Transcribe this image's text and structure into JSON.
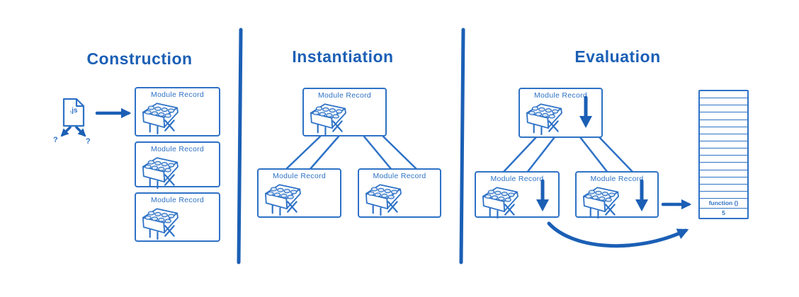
{
  "colors": {
    "accent": "#1b5fb5",
    "line": "#2e72c6"
  },
  "panels": {
    "construction": {
      "title": "Construction",
      "file_icon_label": ".js",
      "question_marks": [
        "?",
        "?"
      ],
      "boxes": [
        {
          "label": "Module Record"
        },
        {
          "label": "Module Record"
        },
        {
          "label": "Module Record"
        }
      ]
    },
    "instantiation": {
      "title": "Instantiation",
      "boxes": [
        {
          "label": "Module Record"
        },
        {
          "label": "Module Record"
        },
        {
          "label": "Module Record"
        }
      ]
    },
    "evaluation": {
      "title": "Evaluation",
      "boxes": [
        {
          "label": "Module Record"
        },
        {
          "label": "Module Record"
        },
        {
          "label": "Module Record"
        }
      ],
      "memory": {
        "empty_rows": 15,
        "cells": [
          "function ()",
          "5"
        ]
      }
    }
  }
}
